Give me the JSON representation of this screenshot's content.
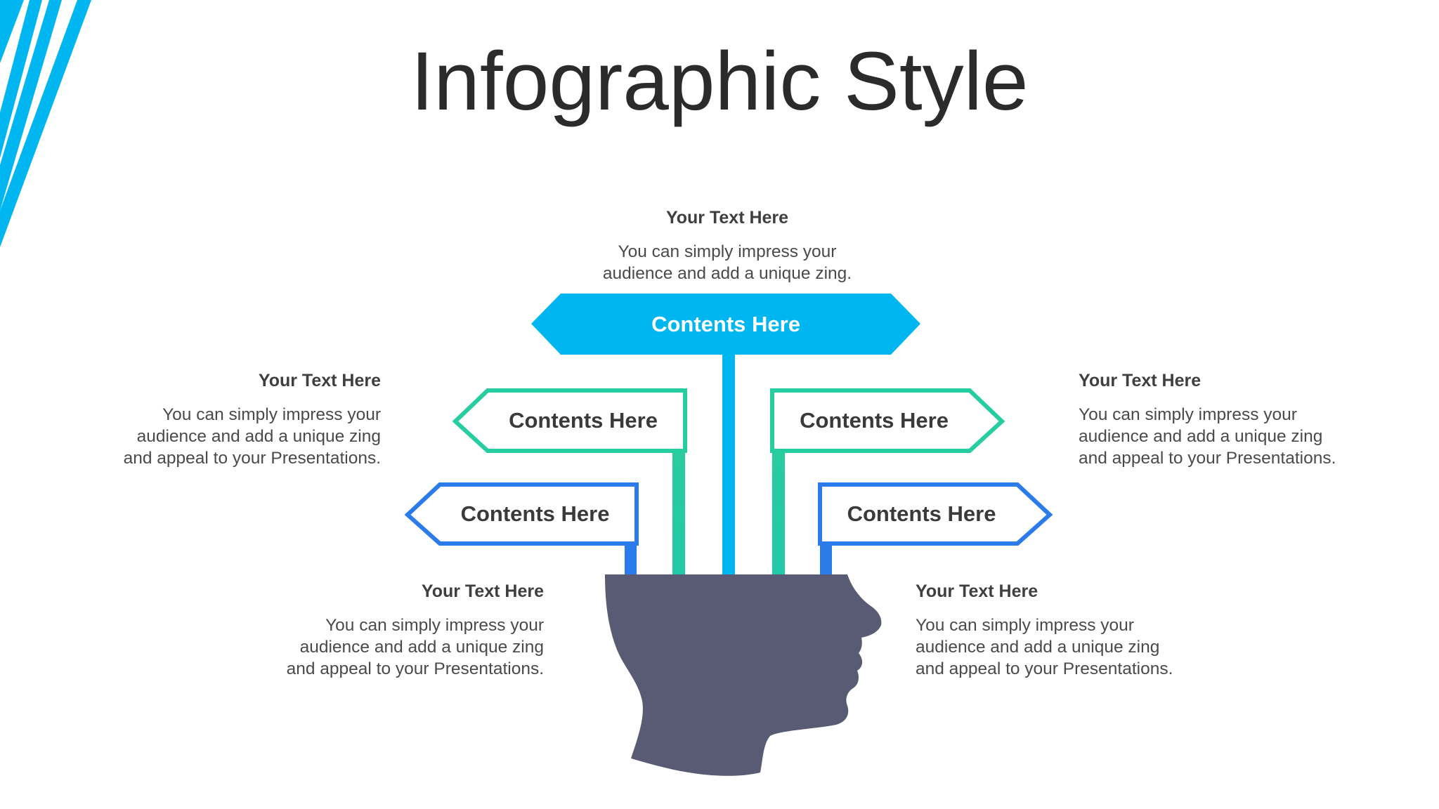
{
  "title": "Infographic Style",
  "colors": {
    "accent_blue": "#00B6F1",
    "teal": "#26CDA0",
    "royal_blue": "#2C7BEA",
    "head": "#595A74",
    "text_dark": "#2b2b2b",
    "text_body": "#4a4a4a"
  },
  "signs": {
    "top": {
      "label": "Contents Here"
    },
    "left_upper": {
      "label": "Contents Here"
    },
    "right_upper": {
      "label": "Contents Here"
    },
    "left_lower": {
      "label": "Contents Here"
    },
    "right_lower": {
      "label": "Contents Here"
    }
  },
  "texts": {
    "top": {
      "heading": "Your Text Here",
      "body": "You can simply impress your\naudience and add a unique zing."
    },
    "left_upper": {
      "heading": "Your Text Here",
      "body": "You can simply impress your\naudience and add a unique zing\nand appeal to your Presentations."
    },
    "right_upper": {
      "heading": "Your Text Here",
      "body": "You can simply impress your\naudience and add a unique zing\nand appeal to your Presentations."
    },
    "left_lower": {
      "heading": "Your Text Here",
      "body": "You can simply impress your\naudience and add a unique zing\nand appeal to your Presentations."
    },
    "right_lower": {
      "heading": "Your Text Here",
      "body": "You can simply impress your\naudience and add a unique zing\nand appeal to your Presentations."
    }
  }
}
